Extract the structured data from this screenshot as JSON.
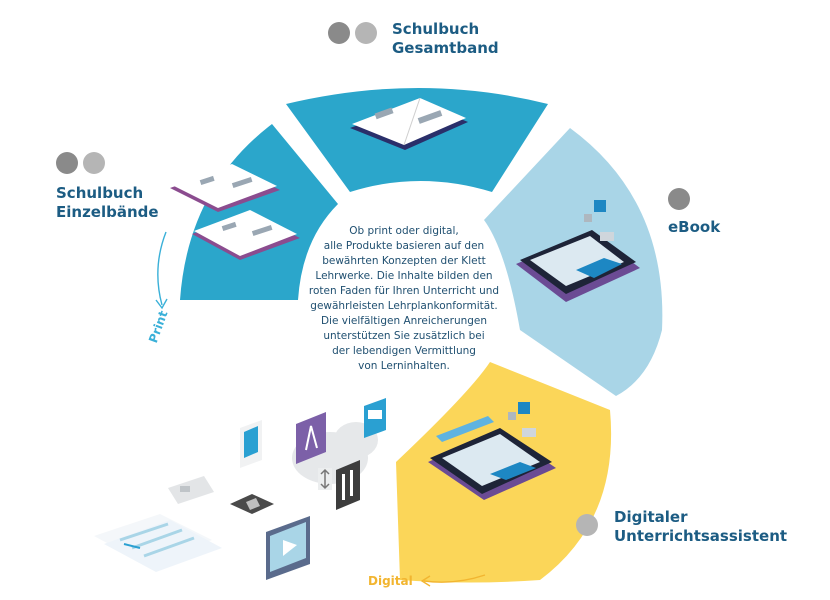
{
  "segments": {
    "gesamtband": {
      "line1": "Schulbuch",
      "line2": "Gesamtband",
      "icons": [
        "group-icon",
        "teacher-board-icon"
      ]
    },
    "einzelbaende": {
      "line1": "Schulbuch",
      "line2": "Einzelbände",
      "icons": [
        "group-icon",
        "teacher-board-icon"
      ]
    },
    "ebook": {
      "line1": "eBook",
      "icons": [
        "group-icon"
      ]
    },
    "assistent": {
      "line1": "Digitaler",
      "line2": "Unterrichtsassistent",
      "icons": [
        "teacher-board-icon"
      ]
    }
  },
  "center_text": [
    "Ob print oder digital,",
    "alle Produkte basieren auf den",
    "bewährten Konzepten der Klett",
    "Lehrwerke. Die Inhalte bilden den",
    "roten Faden für Ihren Unterricht und",
    "gewährleisten Lehrplankonformität.",
    "Die vielfältigen Anreicherungen",
    "unterstützen Sie zusätzlich bei",
    "der lebendigen Vermittlung",
    "von Lerninhalten."
  ],
  "arrows": {
    "print": "Print",
    "digital": "Digital"
  },
  "colors": {
    "dark_blue": "#2ba6cb",
    "light_blue": "#a9d5e7",
    "yellow": "#fbd659",
    "title": "#1c5c83",
    "print_arrow": "#3ab0d8",
    "digital_arrow": "#f2b530",
    "badge": "#8a8a8a"
  }
}
